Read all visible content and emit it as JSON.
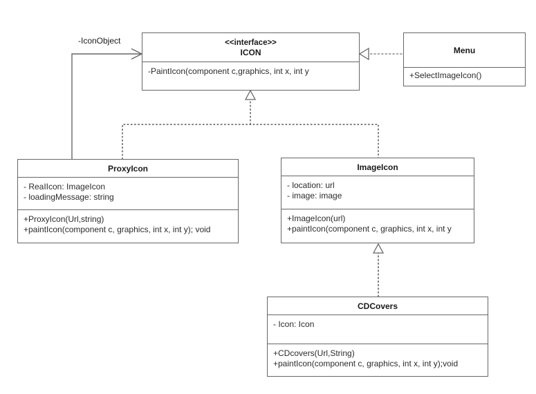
{
  "diagram": {
    "type": "uml-class-diagram",
    "background": "#ffffff",
    "line_color": "#666666",
    "text_color": "#1a1a1a"
  },
  "classes": {
    "icon": {
      "stereotype": "<<interface>>",
      "name": "ICON",
      "methods": [
        "-PaintIcon(component c,graphics, int x, int y"
      ]
    },
    "menu": {
      "name": "Menu",
      "methods": [
        "+SelectImageIcon()"
      ]
    },
    "proxyicon": {
      "name": "ProxyIcon",
      "attributes": [
        "- ReaIIcon: ImageIcon",
        "- loadingMessage: string"
      ],
      "methods": [
        "+ProxyIcon(Url,string)",
        "+paintIcon(component c, graphics, int x, int y); void"
      ]
    },
    "imageicon": {
      "name": "ImageIcon",
      "attributes": [
        "- location: url",
        "- image: image"
      ],
      "methods": [
        "+ImageIcon(url)",
        "+paintIcon(component c, graphics, int x, int y"
      ]
    },
    "cdcovers": {
      "name": "CDCovers",
      "attributes": [
        "- Icon: Icon"
      ],
      "methods": [
        "+CDcovers(Url,String)",
        "+paintIcon(component c, graphics, int x, int y);void"
      ]
    }
  },
  "relationships": {
    "association_label": "-IconObject",
    "association_from": "ProxyIcon",
    "association_to": "ICON",
    "realization_proxyicon_to_icon": "dashed",
    "realization_imageicon_to_icon": "dashed",
    "dependency_menu_to_icon": "dashed",
    "realization_cdcovers_to_imageicon": "dashed"
  }
}
